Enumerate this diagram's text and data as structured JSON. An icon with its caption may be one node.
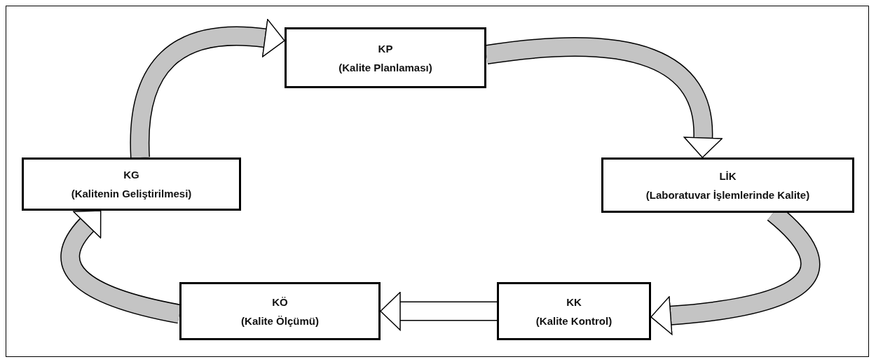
{
  "diagram": {
    "nodes": [
      {
        "text": [
          "KP",
          "(Kalite Planlaması)"
        ]
      },
      {
        "text": [
          "LİK",
          "(Laboratuvar İşlemlerinde Kalite)"
        ]
      },
      {
        "text": [
          "KK",
          "(Kalite Kontrol)"
        ]
      },
      {
        "text": [
          "KÖ",
          "(Kalite Ölçümü)"
        ]
      },
      {
        "text": [
          "KG",
          "(Kalitenin Geliştirilmesi)"
        ]
      }
    ],
    "edges": [
      {
        "from": 0,
        "to": 1,
        "arrow": "to"
      },
      {
        "from": 1,
        "to": 2,
        "arrow": "to"
      },
      {
        "from": 2,
        "to": 3,
        "arrow": "to"
      },
      {
        "from": 3,
        "to": 4,
        "arrow": "to"
      },
      {
        "from": 4,
        "to": 0,
        "arrow": "to"
      }
    ]
  }
}
